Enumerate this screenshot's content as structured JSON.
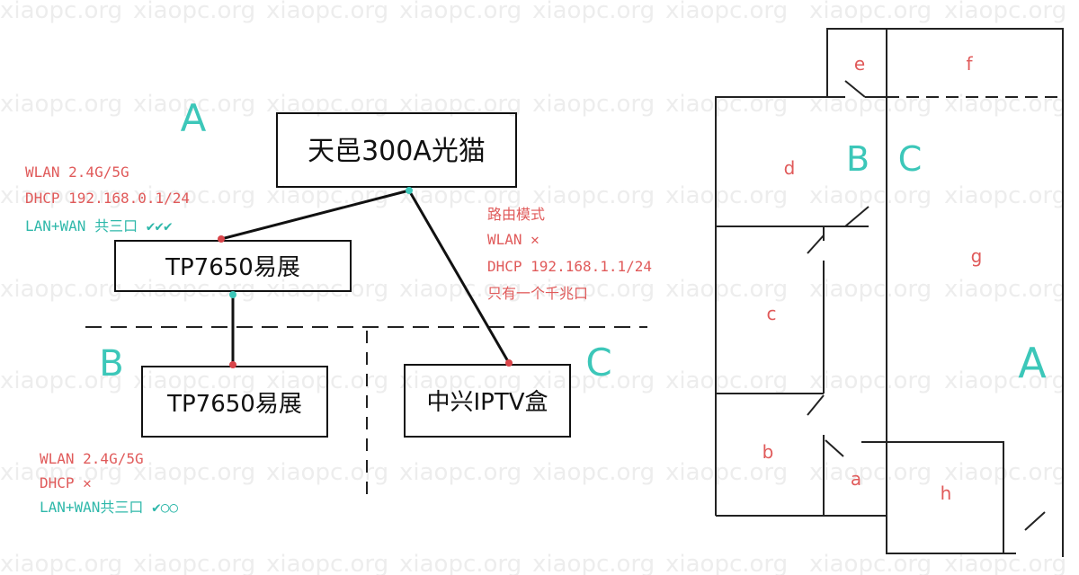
{
  "watermark": "xiaopc.org",
  "devices": {
    "modem": "天邑300A光猫",
    "router_main": "TP7650易展",
    "router_sub": "TP7650易展",
    "iptv_box": "中兴IPTV盒"
  },
  "zones": {
    "a": "A",
    "b": "B",
    "c": "C"
  },
  "notes": {
    "main_router": {
      "wlan": "WLAN 2.4G/5G",
      "dhcp": "DHCP 192.168.0.1/24",
      "lan": "LAN+WAN 共三口 ✔✔✔"
    },
    "modem": {
      "mode": "路由模式",
      "wlan": "WLAN ✕",
      "dhcp": "DHCP 192.168.1.1/24",
      "ports": "只有一个千兆口"
    },
    "sub_router": {
      "wlan": "WLAN 2.4G/5G",
      "dhcp": "DHCP ✕",
      "lan": "LAN+WAN共三口 ✔○○"
    }
  },
  "floorplan": {
    "rooms": {
      "a": "a",
      "b": "b",
      "c": "c",
      "d": "d",
      "e": "e",
      "f": "f",
      "g": "g",
      "h": "h"
    },
    "zones": {
      "a": "A",
      "b": "B",
      "c": "C"
    }
  },
  "colors": {
    "line": "#111111",
    "note_red": "#e05a5a",
    "note_teal": "#2fb8aa",
    "zone": "#3cc7b9",
    "node_dot_teal": "#3cc7b9",
    "node_dot_red": "#d9454a"
  }
}
